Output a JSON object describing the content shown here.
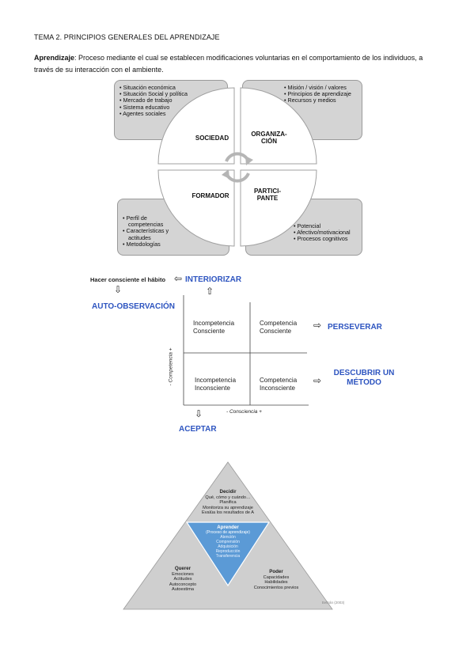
{
  "heading": "TEMA 2. PRINCIPIOS GENERALES DEL APRENDIZAJE",
  "intro": {
    "term": "Aprendizaje",
    "text": ": Proceso mediante el cual se establecen modificaciones voluntarias en el comportamiento de los individuos, a través de su interacción con el ambiente."
  },
  "diagram1": {
    "quadrants": {
      "sociedad": "SOCIEDAD",
      "organizacion_1": "ORGANIZA-",
      "organizacion_2": "CIÓN",
      "formador": "FORMADOR",
      "participante_1": "PARTICI-",
      "participante_2": "PANTE"
    },
    "top_left_box": [
      "Situación económica",
      "Situación Social y política",
      " Mercado de trabajo",
      "Sistema educativo",
      "Agentes sociales"
    ],
    "top_right_box": [
      "Misión / visión / valores",
      "Principios de aprendizaje",
      "Recursos y medios"
    ],
    "bottom_left_box": [
      "Perfil de competencias",
      "Características y actitudes",
      "Metodologías"
    ],
    "bottom_right_box": [
      "Potencial",
      "Afectivo/motivacional",
      "Procesos cognitivos"
    ],
    "cycle_icon": "cycle-arrows-icon"
  },
  "diagram2": {
    "top_left_text": "Hacer consciente el hábito",
    "interiorizar": "INTERIORIZAR",
    "auto_observacion": "AUTO-OBSERVACIÓN",
    "cells": {
      "tl_1": "Incompetencia",
      "tl_2": "Consciente",
      "tr_1": "Competencia",
      "tr_2": "Consciente",
      "bl_1": "Incompetencia",
      "bl_2": "Inconsciente",
      "br_1": "Competencia",
      "br_2": "Inconsciente"
    },
    "perseverar": "PERSEVERAR",
    "descubrir_1": "DESCUBRIR UN",
    "descubrir_2": "MÉTODO",
    "aceptar": "ACEPTAR",
    "y_axis": "- Competencia +",
    "x_axis": "- Consciencia +",
    "accent_color": "#2e55c0"
  },
  "diagram3": {
    "decidir": {
      "title": "Decidir",
      "lines": [
        "Qué, cómo y cuándo…",
        "Planifica",
        "Monitoriza su aprendizaje",
        "Evalúa los resultados de A"
      ]
    },
    "aprender": {
      "title": "Aprender",
      "subtitle": "(Proceso de aprendizaje)",
      "lines": [
        "Atención",
        "Comprensión",
        "Adquisición",
        "Reproducción",
        "Transferencia"
      ]
    },
    "querer": {
      "title": "Querer",
      "lines": [
        "Emociones",
        "Actitudes",
        "Autoconcepto",
        "Autoestima"
      ]
    },
    "poder": {
      "title": "Poder",
      "lines": [
        "Capacidades",
        "Habilidades",
        "Conocimientos previos"
      ]
    },
    "credit": "Beltrán (2003)",
    "inner_color": "#5b9ad6"
  }
}
